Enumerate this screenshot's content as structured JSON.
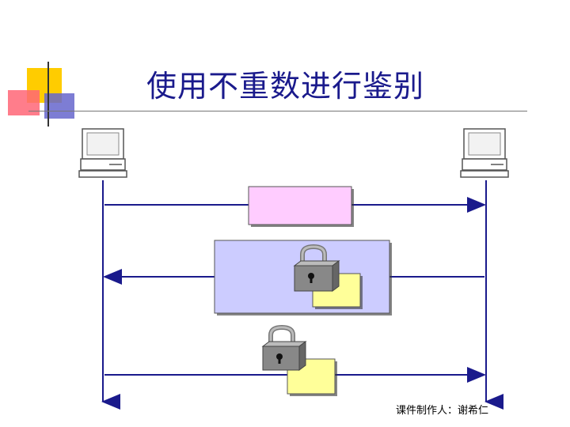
{
  "slide": {
    "title": "使用不重数进行鉴别",
    "credit": "课件制作人：谢希仁"
  },
  "diagram": {
    "nodes": [
      {
        "id": "left-host",
        "icon": "computer-icon"
      },
      {
        "id": "right-host",
        "icon": "computer-icon"
      }
    ],
    "messages": [
      {
        "id": "msg-1",
        "direction": "left-to-right",
        "box_color": "#ffccff"
      },
      {
        "id": "msg-2",
        "direction": "right-to-left",
        "box_color": "#ccccff",
        "icon": "lock-icon",
        "inner_box_color": "#ffff99"
      },
      {
        "id": "msg-3",
        "direction": "left-to-right",
        "icon": "lock-icon",
        "box_color": "#ffff99"
      }
    ],
    "colors": {
      "timeline": "#1a1a8c",
      "title": "#1a1a8c"
    }
  }
}
